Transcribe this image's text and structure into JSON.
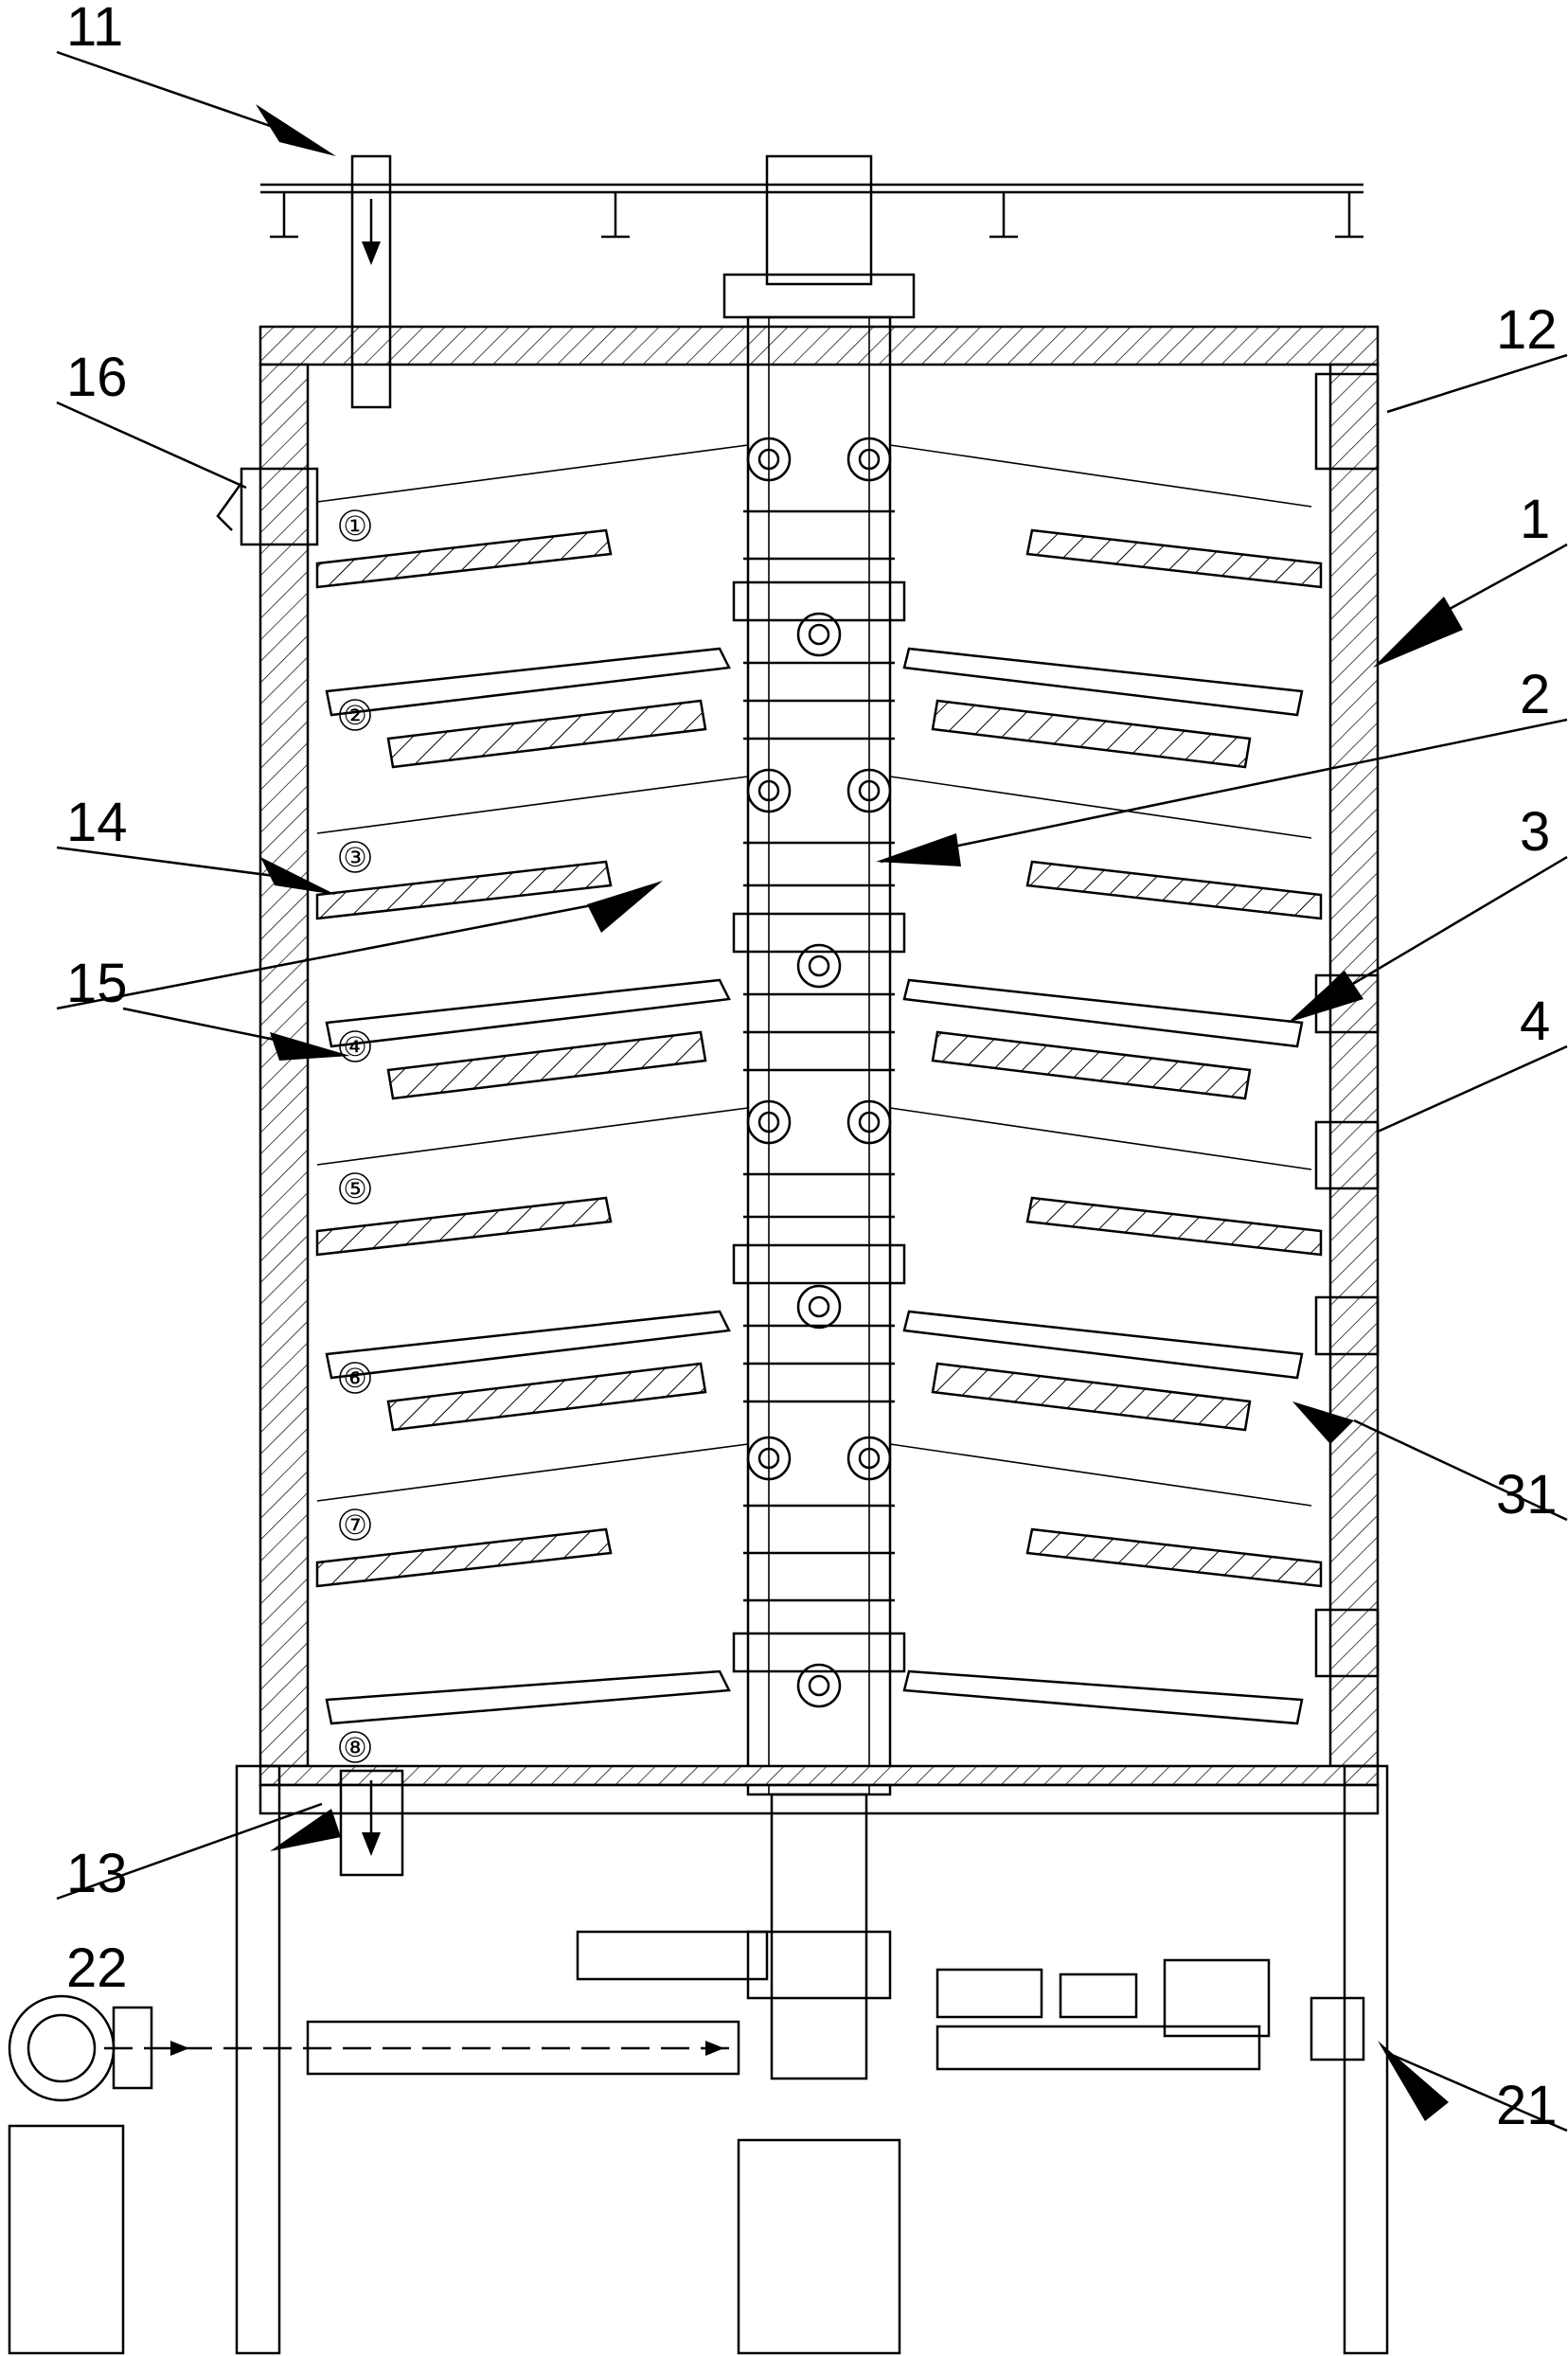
{
  "colors": {
    "line": "#000000",
    "background": "#ffffff"
  },
  "callouts": [
    {
      "id": "c11",
      "text": "11"
    },
    {
      "id": "c12",
      "text": "12"
    },
    {
      "id": "c16",
      "text": "16"
    },
    {
      "id": "c1",
      "text": "1"
    },
    {
      "id": "c2",
      "text": "2"
    },
    {
      "id": "c14",
      "text": "14"
    },
    {
      "id": "c3",
      "text": "3"
    },
    {
      "id": "c15",
      "text": "15"
    },
    {
      "id": "c4",
      "text": "4"
    },
    {
      "id": "c31",
      "text": "31"
    },
    {
      "id": "c13",
      "text": "13"
    },
    {
      "id": "c22",
      "text": "22"
    },
    {
      "id": "c21",
      "text": "21"
    }
  ],
  "levels": [
    "①",
    "②",
    "③",
    "④",
    "⑤",
    "⑥",
    "⑦",
    "⑧"
  ]
}
